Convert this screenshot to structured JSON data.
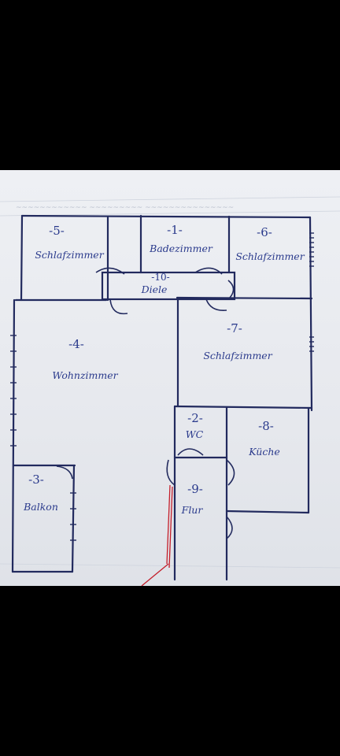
{
  "rooms": [
    {
      "id": "schlafzimmer5",
      "number": "-5-",
      "name": "Schlafzimmer"
    },
    {
      "id": "badezimmer",
      "number": "-1-",
      "name": "Badezimmer"
    },
    {
      "id": "schlafzimmer6",
      "number": "-6-",
      "name": "Schlafzimmer"
    },
    {
      "id": "diele",
      "number": "-10-",
      "name": "Diele"
    },
    {
      "id": "wohnzimmer",
      "number": "-4-",
      "name": "Wohnzimmer"
    },
    {
      "id": "schlafzimmer7",
      "number": "-7-",
      "name": "Schlafzimmer"
    },
    {
      "id": "wc",
      "number": "-2-",
      "name": "WC"
    },
    {
      "id": "kueche",
      "number": "-8-",
      "name": "Küche"
    },
    {
      "id": "balkon",
      "number": "-3-",
      "name": "Balkon"
    },
    {
      "id": "flur",
      "number": "-9-",
      "name": "Flur"
    }
  ],
  "colors": {
    "ink": "#2a3a8c",
    "wall": "#222a5e",
    "paper": "#eef0f4",
    "background": "#000000",
    "pencil": "#c41e2a"
  }
}
